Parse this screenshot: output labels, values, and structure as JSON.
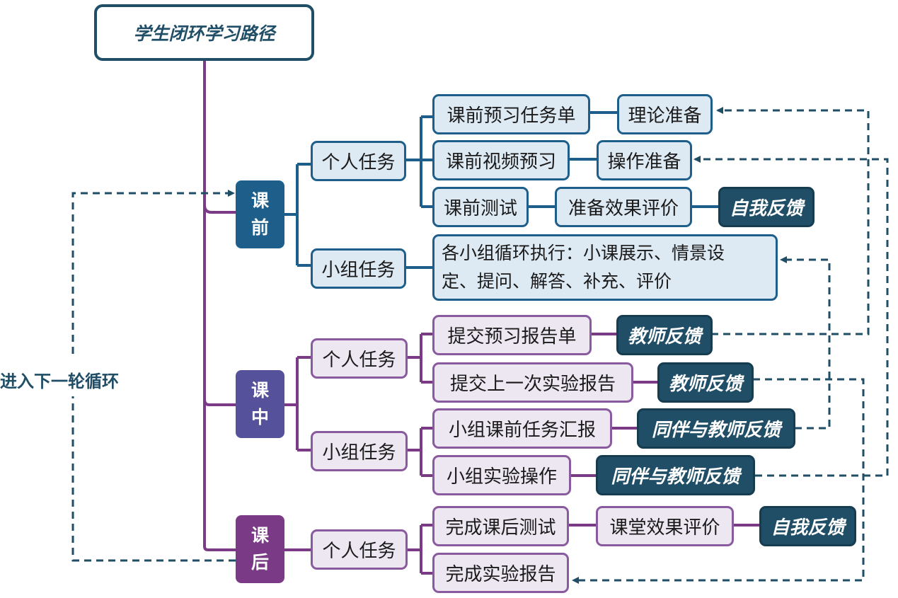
{
  "title": "学生闭环学习路径",
  "loop_label": "进入下一轮循环",
  "stages": {
    "pre": [
      "课",
      "前"
    ],
    "mid": [
      "课",
      "中"
    ],
    "post": [
      "课",
      "后"
    ]
  },
  "pre": {
    "individual": "个人任务",
    "group": "小组任务",
    "items": [
      "课前预习任务单",
      "课前视频预习",
      "课前测试"
    ],
    "results": [
      "理论准备",
      "操作准备",
      "准备效果评价"
    ],
    "feedback": "自我反馈",
    "group_task_line1": "各小组循环执行：小课展示、情景设",
    "group_task_line2": "定、提问、解答、补充、评价"
  },
  "mid": {
    "individual": "个人任务",
    "group": "小组任务",
    "items": [
      "提交预习报告单",
      "提交上一次实验报告",
      "小组课前任务汇报",
      "小组实验操作"
    ],
    "feedback": [
      "教师反馈",
      "教师反馈",
      "同伴与教师反馈",
      "同伴与教师反馈"
    ]
  },
  "post": {
    "individual": "个人任务",
    "items": [
      "完成课后测试",
      "完成实验报告"
    ],
    "evaluation": "课堂效果评价",
    "feedback": "自我反馈"
  },
  "colors": {
    "navy": "#1f4e66",
    "blue_stage": "#1d5f8a",
    "purple_stage_mid": "#55519a",
    "purple_stage_post": "#7b3a86",
    "purple_line": "#7b3a86"
  }
}
